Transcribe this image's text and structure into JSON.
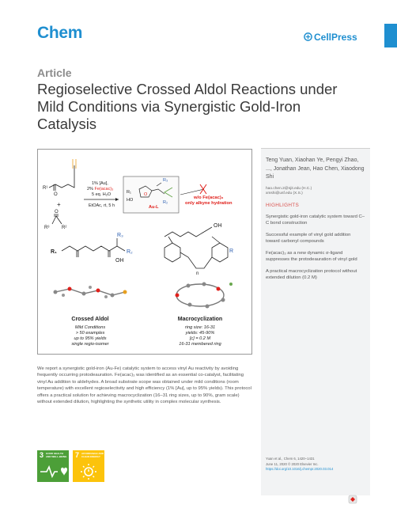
{
  "header": {
    "journal": "Chem",
    "publisher": "CellPress",
    "article_type": "Article",
    "title": "Regioselective Crossed Aldol Reactions under Mild Conditions via Synergistic Gold-Iron Catalysis"
  },
  "sidebar": {
    "authors": "Teng Yuan, Xiaohan Ye, Pengyi Zhao, ..., Jonathan Jean, Hao Chen, Xiaodong Shi",
    "emails": [
      "hao.chen.2@njit.edu (H.C.)",
      "xmshi@usf.edu (X.S.)"
    ],
    "highlights_heading": "HIGHLIGHTS",
    "highlights": [
      "Synergistic gold-iron catalytic system toward C–C bond construction",
      "Successful example of vinyl gold addition toward carbonyl compounds",
      "Fe(acac)₃ as a new dynamic σ-ligand suppresses the protodeauration of vinyl gold",
      "A practical macrocyclization protocol without extended dilution (0.2 M)"
    ],
    "citation_line1": "Yuan et al., Chem 6, 1420–1431",
    "citation_line2": "June 11, 2020 © 2020 Elsevier Inc.",
    "doi": "https://doi.org/10.1016/j.chempr.2020.03.014"
  },
  "graphical_abstract": {
    "catalyst_line1": "1% [Au],",
    "catalyst_line2_prefix": "2% ",
    "catalyst_line2_red": "Fe(acac)₃",
    "catalyst_line3": "5 eq. H₂O",
    "solvent_line": "EtOAc, rt, 5 h",
    "plus": "+",
    "r1": "R¹",
    "r2": "R²",
    "r3": "R³",
    "box_r1": "R₁",
    "box_r2": "R₂",
    "box_r3": "R₃",
    "box_ho": "HO",
    "box_o": "O",
    "box_aul": "Au-L",
    "wo_line1": "w/o Fe(acac)₃",
    "wo_line2": "only alkyne hydration",
    "prod_r1": "R₁",
    "prod_r2": "R₂",
    "prod_r3": "R₃",
    "prod_oh": "OH",
    "macro_oh": "OH",
    "macro_r": "R",
    "macro_n": "n",
    "crossed_title": "Crossed Aldol",
    "crossed_lines": [
      "Mild Conditions",
      "> 50 examples",
      "up to 95% yields",
      "single regio-isomer"
    ],
    "macro_title": "Macrocyclization",
    "macro_lines": [
      "ring size: 16-31",
      "yields: 45-90%",
      "[c] = 0.2 M",
      "16-31 membered ring"
    ]
  },
  "abstract": "We report a synergistic gold-iron (Au-Fe) catalytic system to access vinyl Au reactivity by avoiding frequently occurring protodeauration. Fe(acac)₃ was identified as an essential co-catalyst, facilitating vinyl Au addition to aldehydes. A broad substrate scope was obtained under mild conditions (room temperature) with excellent regioselectivity and high efficiency (1% [Au], up to 95% yields). This protocol offers a practical solution for achieving macrocyclization (16–31 ring sizes, up to 90%, gram scale) without extended dilution, highlighting the synthetic utility in complex molecular synthesis.",
  "sdg": [
    {
      "number": "3",
      "label": "GOOD HEALTH AND WELL-BEING",
      "color": "#4c9f38"
    },
    {
      "number": "7",
      "label": "AFFORDABLE AND CLEAN ENERGY",
      "color": "#fcc30b"
    }
  ],
  "colors": {
    "brand": "#1f8fd0",
    "highlight_red": "#d9534f",
    "ga_red": "#e0201b",
    "ga_blue": "#2a5db0",
    "ga_green": "#6aa84f",
    "ga_orange": "#e8a020"
  }
}
